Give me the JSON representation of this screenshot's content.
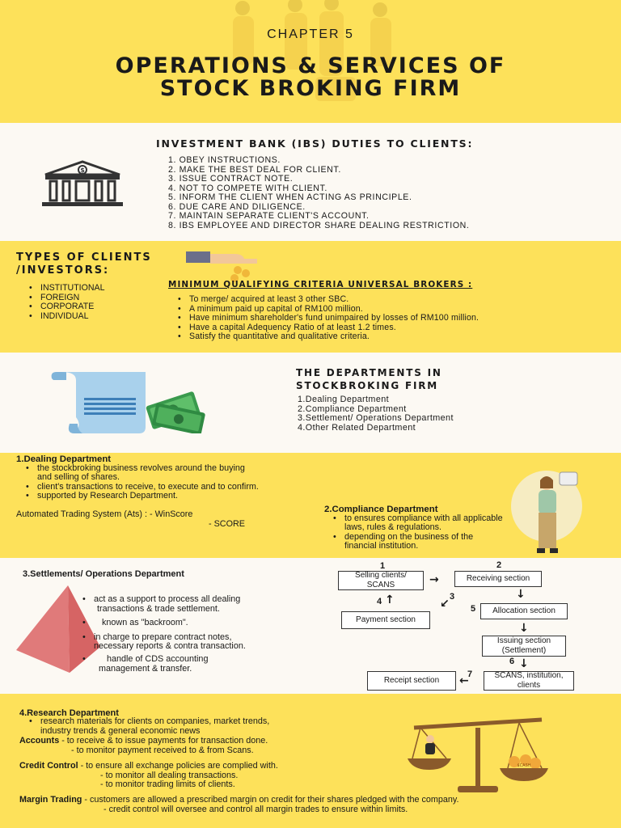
{
  "header": {
    "chapter": "CHAPTER 5",
    "title_line1": "OPERATIONS & SERVICES OF",
    "title_line2": "STOCK BROKING FIRM"
  },
  "duties": {
    "heading": "INVESTMENT BANK (IBS) DUTIES TO CLIENTS:",
    "items": [
      "1. OBEY INSTRUCTIONS.",
      "2. MAKE THE BEST DEAL FOR CLIENT.",
      "3. ISSUE CONTRACT NOTE.",
      "4. NOT TO COMPETE WITH CLIENT.",
      "5. INFORM THE CLIENT WHEN ACTING AS PRINCIPLE.",
      "6. DUE CARE AND DILIGENCE.",
      "7. MAINTAIN SEPARATE CLIENT'S ACCOUNT.",
      "8. IBS EMPLOYEE AND DIRECTOR SHARE DEALING RESTRICTION."
    ]
  },
  "clients": {
    "heading_line1": "TYPES OF CLIENTS",
    "heading_line2": "/INVESTORS:",
    "types": [
      "INSTITUTIONAL",
      "FOREIGN",
      "CORPORATE",
      "INDIVIDUAL"
    ],
    "criteria_heading": "MINIMUM QUALIFYING CRITERIA UNIVERSAL BROKERS :",
    "criteria": [
      "To merge/ acquired at least 3 other SBC.",
      "A minimum paid up capital of RM100 million.",
      "Have  minimum shareholder's fund unimpaired by losses of RM100 million.",
      "Have a capital Adequency Ratio of at least 1.2 times.",
      "Satisfy the quantitative and qualitative criteria."
    ]
  },
  "departments": {
    "heading_line1": "THE DEPARTMENTS IN",
    "heading_line2": "STOCKBROKING FIRM",
    "items": [
      "1.Dealing Department",
      "2.Compliance Department",
      "3.Settlement/ Operations Department",
      "4.Other Related Department"
    ]
  },
  "dealing": {
    "heading": "1.Dealing Department",
    "bullet1_line1": "the stockbroking business revolves around the buying",
    "bullet1_line2": "and selling of shares.",
    "bullet2": "client's transactions to receive, to execute and to confirm.",
    "bullet3": "supported by Research Department.",
    "ats_label": "Automated Trading System (Ats) : - WinScore",
    "ats_second": "- SCORE"
  },
  "compliance": {
    "heading": "2.Compliance Department",
    "bullet1_line1": "to ensures compliance with all applicable",
    "bullet1_line2": "laws, rules & regulations.",
    "bullet2_line1": "depending on the business of the",
    "bullet2_line2": "financial institution."
  },
  "settlement": {
    "heading": "3.Settlements/ Operations Department",
    "bullets": [
      [
        "act as a support to process all dealing",
        "transactions & trade settlement."
      ],
      [
        "known as \"backroom\"."
      ],
      [
        "in charge to prepare contract notes,",
        "necessary reports & contra transaction."
      ],
      [
        "handle of CDS accounting",
        "management & transfer."
      ]
    ]
  },
  "flow": {
    "n1": "1",
    "n2": "2",
    "n3": "3",
    "n4": "4",
    "n5": "5",
    "n6": "6",
    "n7": "7",
    "selling": "Selling clients/ SCANS",
    "receiving": "Receiving section",
    "allocation": "Allocation section",
    "payment": "Payment section",
    "issuing": "Issuing section (Settlement)",
    "scans": "SCANS, institution, clients",
    "receipt": "Receipt section"
  },
  "research": {
    "heading": "4.Research Department",
    "bullet_line1": "research materials for clients on companies, market trends,",
    "bullet_line2": "industry trends & general economic news",
    "accounts_label": "Accounts",
    "accounts_line1": " - to receive & to issue payments for transaction done.",
    "accounts_line2": "- to monitor payment received to & from Scans.",
    "credit_label": "Credit Control",
    "credit_line1": " - to ensure all exchange policies are complied with.",
    "credit_line2": "- to monitor all dealing transactions.",
    "credit_line3": "- to monitor trading limits of clients.",
    "margin_label": "Margin Trading",
    "margin_line1": " - customers are allowed a prescribed margin on credit for their shares pledged with the company.",
    "margin_line2": "- credit control will oversee and control all margin trades to ensure within limits.",
    "scale_coins_label": "$CASH"
  },
  "colors": {
    "yellow": "#fde15a",
    "cream": "#fcf9f3",
    "navy": "#2c3e6b",
    "pyramid": "#e07a7a"
  }
}
